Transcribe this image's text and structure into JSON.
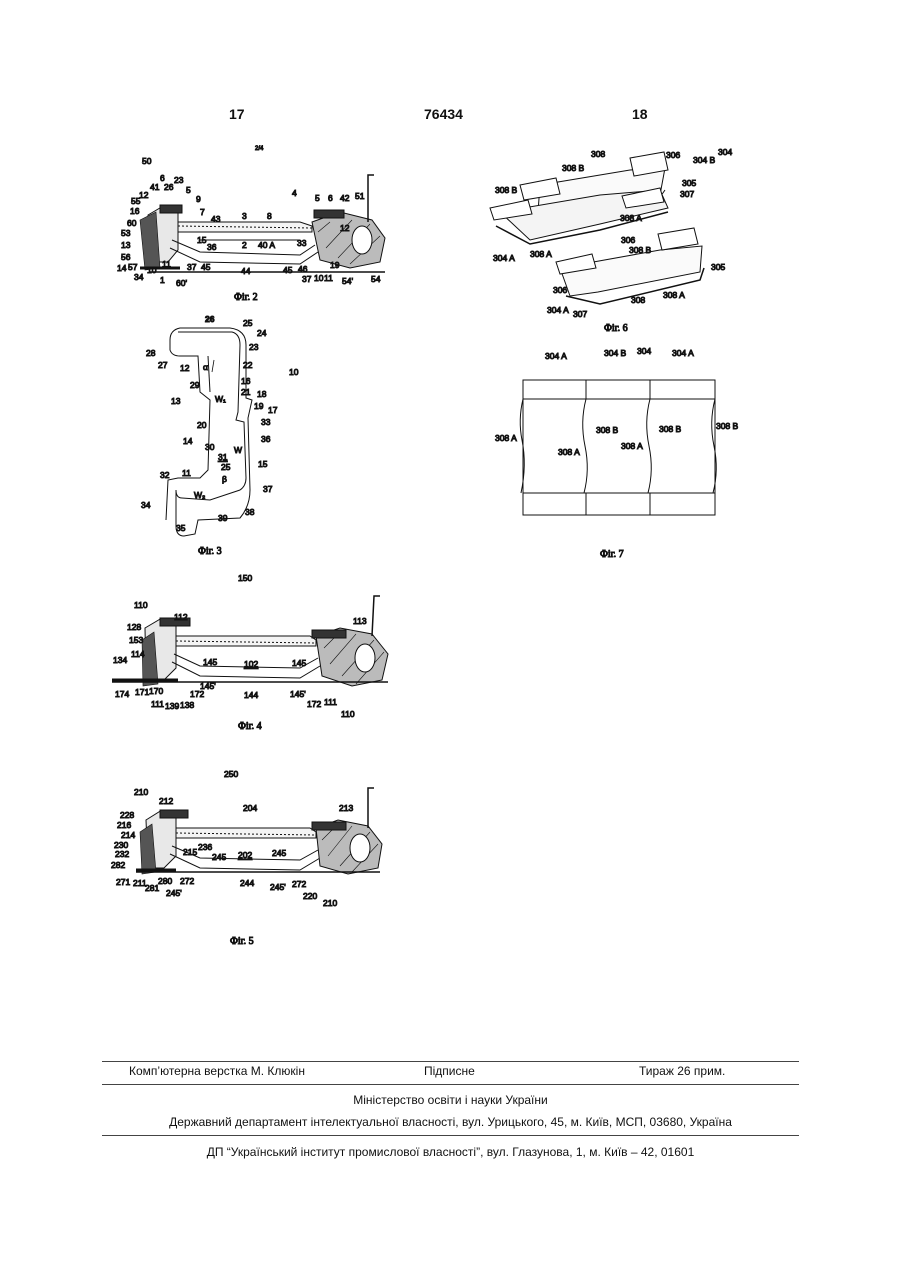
{
  "header": {
    "page_left": "17",
    "doc_number": "76434",
    "page_right": "18"
  },
  "sheet": "2/4",
  "figures": {
    "fig2": {
      "caption": "Фіг. 2",
      "labels": [
        "50",
        "6",
        "23",
        "41",
        "26",
        "5",
        "9",
        "12",
        "55",
        "7",
        "16",
        "60",
        "43",
        "3",
        "8",
        "4",
        "5",
        "6",
        "42",
        "51",
        "53",
        "15",
        "36",
        "2",
        "40 A",
        "33",
        "12",
        "13",
        "19",
        "56",
        "14",
        "57",
        "10",
        "11",
        "37",
        "45",
        "44",
        "45",
        "46",
        "37",
        "10",
        "11",
        "54'",
        "54",
        "34",
        "1",
        "60'"
      ]
    },
    "fig3": {
      "caption": "Фіг. 3",
      "labels": [
        "26",
        "25",
        "24",
        "23",
        "28",
        "27",
        "12",
        "α",
        "22",
        "10",
        "29",
        "16",
        "18",
        "W₁",
        "21",
        "13",
        "19",
        "17",
        "20",
        "33",
        "14",
        "36",
        "30",
        "W",
        "31",
        "15",
        "25",
        "32",
        "11",
        "β",
        "37",
        "34",
        "W₂",
        "38",
        "39",
        "35"
      ]
    },
    "fig4": {
      "caption": "Фіг. 4",
      "labels": [
        "150",
        "110",
        "112",
        "113",
        "128",
        "153",
        "134",
        "114",
        "145",
        "102",
        "145",
        "171",
        "170",
        "172",
        "145'",
        "174",
        "144",
        "145'",
        "172",
        "111",
        "111",
        "139",
        "138",
        "110"
      ]
    },
    "fig5": {
      "caption": "Фіг. 5",
      "labels": [
        "250",
        "210",
        "212",
        "204",
        "213",
        "228",
        "216",
        "214",
        "236",
        "230",
        "215",
        "202",
        "245",
        "245",
        "232",
        "282",
        "271",
        "211",
        "281",
        "280",
        "272",
        "244",
        "245'",
        "272",
        "220",
        "245'",
        "210"
      ]
    },
    "fig6": {
      "caption": "Фіг. 6",
      "labels": [
        "308",
        "306",
        "304 B",
        "304",
        "308 B",
        "305",
        "308 B",
        "307",
        "308 A",
        "306",
        "308 B",
        "304 A",
        "308 A",
        "305",
        "306",
        "308",
        "308 A",
        "304 A",
        "307"
      ]
    },
    "fig7": {
      "caption": "Фіг. 7",
      "labels": [
        "304 A",
        "304 B",
        "304",
        "304 A",
        "308 A",
        "308 B",
        "308 B",
        "308 B",
        "308 A",
        "308 A"
      ]
    }
  },
  "footer": {
    "typesetting": "Комп’ютерна верстка М. Клюкін",
    "signed": "Підписне",
    "circulation": "Тираж 26 прим.",
    "ministry": "Міністерство освіти і науки України",
    "department": "Державний департамент інтелектуальної власності, вул. Урицького, 45, м. Київ, МСП, 03680, Україна",
    "institute": "ДП “Український інститут промислової власності”, вул. Глазунова, 1, м. Київ – 42, 01601"
  },
  "colors": {
    "ink": "#111111",
    "rule": "#444444",
    "background": "#ffffff"
  }
}
